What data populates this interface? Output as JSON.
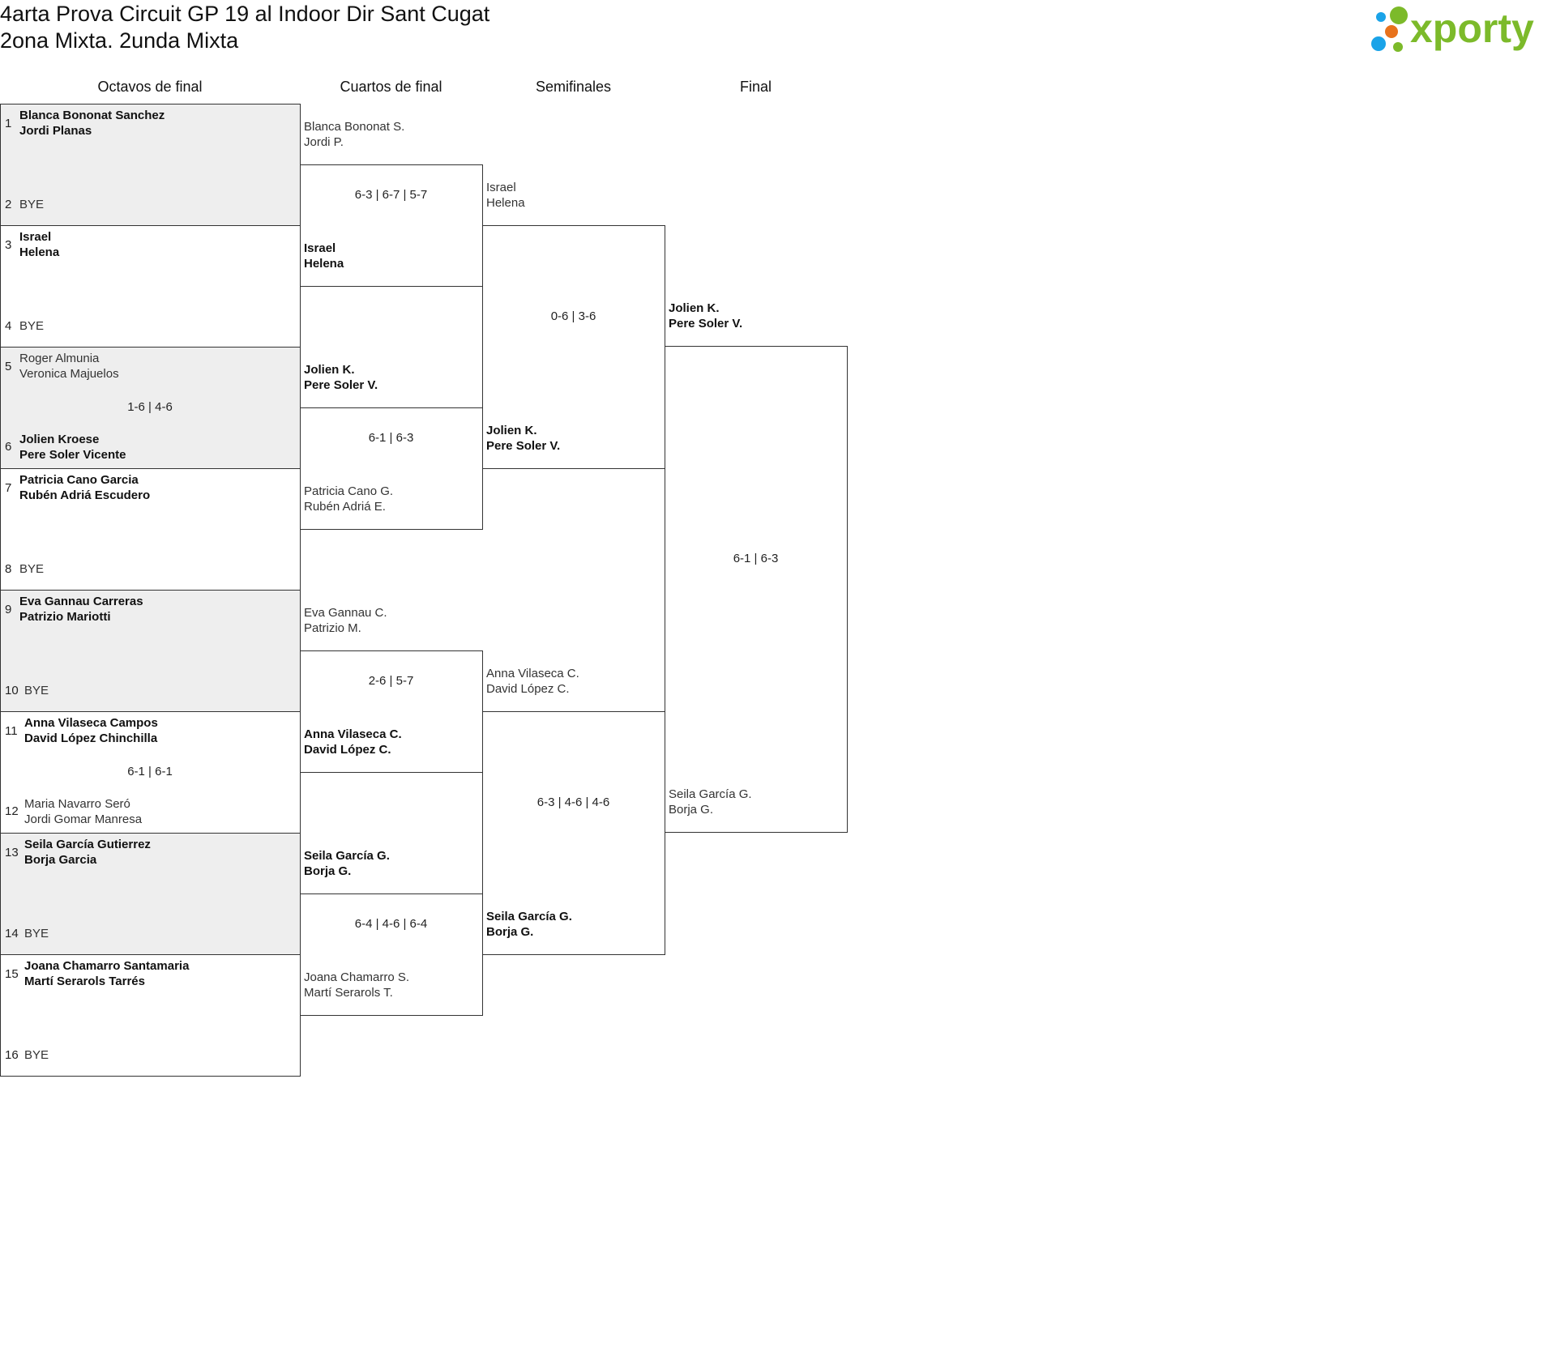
{
  "header": {
    "title": "4arta Prova Circuit GP 19 al Indoor Dir Sant Cugat",
    "subtitle": "2ona Mixta. 2unda Mixta",
    "logo_text": "xporty",
    "logo_colors": {
      "blue": "#1aa3e8",
      "orange": "#e8721c",
      "green": "#7cba2a"
    }
  },
  "rounds": [
    {
      "label": "Octavos de final"
    },
    {
      "label": "Cuartos de final"
    },
    {
      "label": "Semifinales"
    },
    {
      "label": "Final"
    }
  ],
  "round1": [
    {
      "top": {
        "seed": "1",
        "lines": [
          "Blanca Bononat Sanchez",
          "Jordi Planas"
        ],
        "winner": true
      },
      "bottom": {
        "seed": "2",
        "lines": [
          "BYE"
        ],
        "winner": false
      },
      "score": null
    },
    {
      "top": {
        "seed": "3",
        "lines": [
          "Israel",
          "Helena"
        ],
        "winner": true
      },
      "bottom": {
        "seed": "4",
        "lines": [
          "BYE"
        ],
        "winner": false
      },
      "score": null
    },
    {
      "top": {
        "seed": "5",
        "lines": [
          "Roger Almunia",
          "Veronica Majuelos"
        ],
        "winner": false
      },
      "bottom": {
        "seed": "6",
        "lines": [
          "Jolien Kroese",
          "Pere Soler Vicente"
        ],
        "winner": true
      },
      "score": "1-6 | 4-6"
    },
    {
      "top": {
        "seed": "7",
        "lines": [
          "Patricia Cano Garcia",
          "Rubén Adriá Escudero"
        ],
        "winner": true
      },
      "bottom": {
        "seed": "8",
        "lines": [
          "BYE"
        ],
        "winner": false
      },
      "score": null
    },
    {
      "top": {
        "seed": "9",
        "lines": [
          "Eva Gannau Carreras",
          "Patrizio Mariotti"
        ],
        "winner": true
      },
      "bottom": {
        "seed": "10",
        "lines": [
          "BYE"
        ],
        "winner": false
      },
      "score": null
    },
    {
      "top": {
        "seed": "11",
        "lines": [
          "Anna Vilaseca Campos",
          "David López Chinchilla"
        ],
        "winner": true
      },
      "bottom": {
        "seed": "12",
        "lines": [
          "Maria Navarro Seró",
          "Jordi Gomar Manresa"
        ],
        "winner": false
      },
      "score": "6-1 | 6-1"
    },
    {
      "top": {
        "seed": "13",
        "lines": [
          "Seila García Gutierrez",
          "Borja Garcia"
        ],
        "winner": true
      },
      "bottom": {
        "seed": "14",
        "lines": [
          "BYE"
        ],
        "winner": false
      },
      "score": null
    },
    {
      "top": {
        "seed": "15",
        "lines": [
          "Joana Chamarro Santamaria",
          "Martí Serarols Tarrés"
        ],
        "winner": true
      },
      "bottom": {
        "seed": "16",
        "lines": [
          "BYE"
        ],
        "winner": false
      },
      "score": null
    }
  ],
  "round2": [
    {
      "top": {
        "lines": [
          "Blanca Bononat S.",
          "Jordi P."
        ],
        "winner": false
      },
      "bottom": {
        "lines": [
          "Israel",
          "Helena"
        ],
        "winner": true
      },
      "score": "6-3 | 6-7 | 5-7"
    },
    {
      "top": {
        "lines": [
          "Jolien K.",
          "Pere Soler V."
        ],
        "winner": true
      },
      "bottom": {
        "lines": [
          "Patricia Cano G.",
          "Rubén Adriá E."
        ],
        "winner": false
      },
      "score": "6-1 | 6-3"
    },
    {
      "top": {
        "lines": [
          "Eva Gannau C.",
          "Patrizio M."
        ],
        "winner": false
      },
      "bottom": {
        "lines": [
          "Anna Vilaseca C.",
          "David López C."
        ],
        "winner": true
      },
      "score": "2-6 | 5-7"
    },
    {
      "top": {
        "lines": [
          "Seila García G.",
          "Borja G."
        ],
        "winner": true
      },
      "bottom": {
        "lines": [
          "Joana Chamarro S.",
          "Martí Serarols T."
        ],
        "winner": false
      },
      "score": "6-4 | 4-6 | 6-4"
    }
  ],
  "round3": [
    {
      "top": {
        "lines": [
          "Israel",
          "Helena"
        ],
        "winner": false
      },
      "bottom": {
        "lines": [
          "Jolien K.",
          "Pere Soler V."
        ],
        "winner": true
      },
      "score": "0-6 | 3-6"
    },
    {
      "top": {
        "lines": [
          "Anna Vilaseca C.",
          "David López C."
        ],
        "winner": false
      },
      "bottom": {
        "lines": [
          "Seila García G.",
          "Borja G."
        ],
        "winner": true
      },
      "score": "6-3 | 4-6 | 4-6"
    }
  ],
  "round4": [
    {
      "top": {
        "lines": [
          "Jolien K.",
          "Pere Soler V."
        ],
        "winner": true
      },
      "bottom": {
        "lines": [
          "Seila García G.",
          "Borja G."
        ],
        "winner": false
      },
      "score": "6-1 | 6-3"
    }
  ]
}
